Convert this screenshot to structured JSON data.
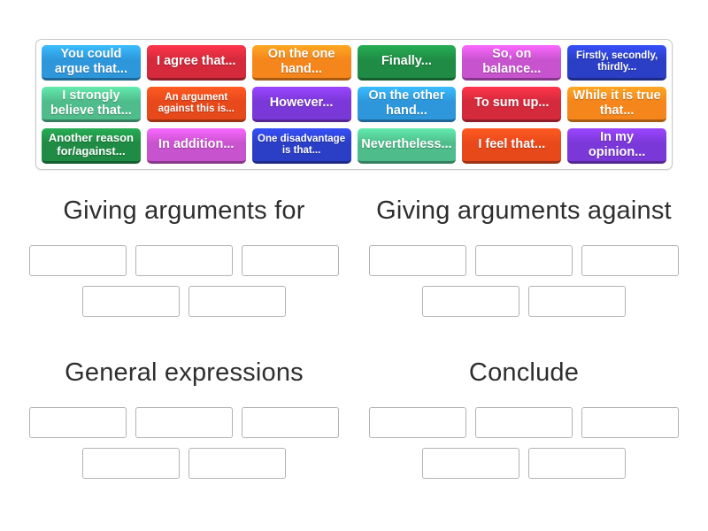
{
  "tray": {
    "tiles": [
      {
        "label": "You could argue that...",
        "color": "#2E97DC"
      },
      {
        "label": "I agree that...",
        "color": "#D42A3C"
      },
      {
        "label": "On the one hand...",
        "color": "#F5861C"
      },
      {
        "label": "Finally...",
        "color": "#1F8B44"
      },
      {
        "label": "So, on balance...",
        "color": "#C853CE"
      },
      {
        "label": "Firstly, secondly, thirdly...",
        "color": "#2B3FC6",
        "size": "sm"
      },
      {
        "label": "I strongly believe that...",
        "color": "#4FBC8B"
      },
      {
        "label": "An argument against this is...",
        "color": "#E8491B",
        "size": "sm"
      },
      {
        "label": "However...",
        "color": "#7B38D8"
      },
      {
        "label": "On the other hand...",
        "color": "#2E97DC"
      },
      {
        "label": "To sum up...",
        "color": "#D42A3C"
      },
      {
        "label": "While it is true that...",
        "color": "#F5861C"
      },
      {
        "label": "Another reason for/against...",
        "color": "#1F8B44",
        "size": "md"
      },
      {
        "label": "In addition...",
        "color": "#C853CE"
      },
      {
        "label": "One disadvantage is that...",
        "color": "#2B3FC6",
        "size": "sm"
      },
      {
        "label": "Nevertheless...",
        "color": "#4FBC8B"
      },
      {
        "label": "I feel that...",
        "color": "#E8491B"
      },
      {
        "label": "In my opinion...",
        "color": "#7B38D8"
      }
    ]
  },
  "groups": [
    {
      "title": "Giving arguments for",
      "slot_rows": [
        3,
        2
      ]
    },
    {
      "title": "Giving arguments against",
      "slot_rows": [
        3,
        2
      ]
    },
    {
      "title": "General expressions",
      "slot_rows": [
        3,
        2
      ]
    },
    {
      "title": "Conclude",
      "slot_rows": [
        3,
        2
      ]
    }
  ],
  "styles": {
    "heading_color": "#2e2e2e",
    "slot_border_color": "#b3b3b3",
    "tray_border_color": "#c9c9c9",
    "page_background": "#ffffff",
    "tile_text_color": "#ffffff"
  }
}
